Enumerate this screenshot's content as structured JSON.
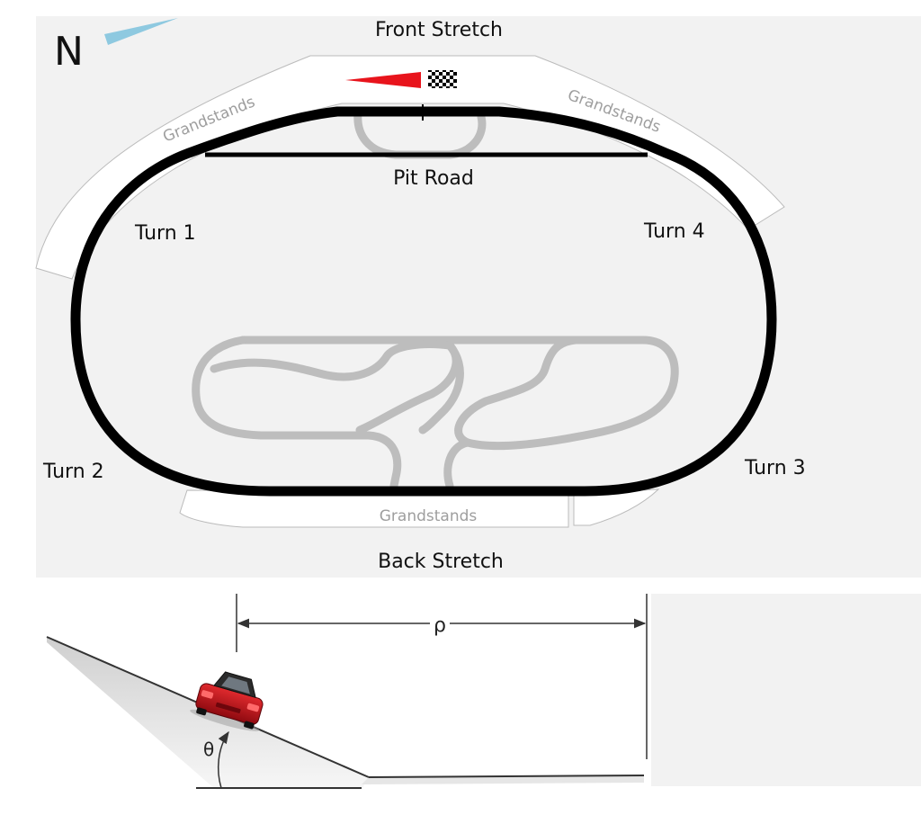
{
  "track_map": {
    "compass_label": "N",
    "front_stretch": "Front Stretch",
    "back_stretch": "Back Stretch",
    "pit_road": "Pit Road",
    "turn1": "Turn 1",
    "turn2": "Turn 2",
    "turn3": "Turn 3",
    "turn4": "Turn 4",
    "grandstands_left": "Grandstands",
    "grandstands_right": "Grandstands",
    "grandstands_back": "Grandstands",
    "colors": {
      "track": "#000000",
      "infield_road": "#bdbdbd",
      "background": "#f2f2f2",
      "grandstand_fill": "#ffffff",
      "grandstand_label": "#9e9e9e",
      "north_pointer": "#8ec9e0",
      "start_marker": "#e8141c"
    },
    "icons": [
      "north-pointer-icon",
      "start-line-pointer-icon",
      "checkered-flag-icon"
    ]
  },
  "bank_diagram": {
    "radius_label": "ρ",
    "angle_label": "θ",
    "icons": [
      "car-icon"
    ],
    "colors": {
      "car_body": "#c01018",
      "line": "#333333",
      "ground_shade": "#d8d8d8"
    }
  }
}
